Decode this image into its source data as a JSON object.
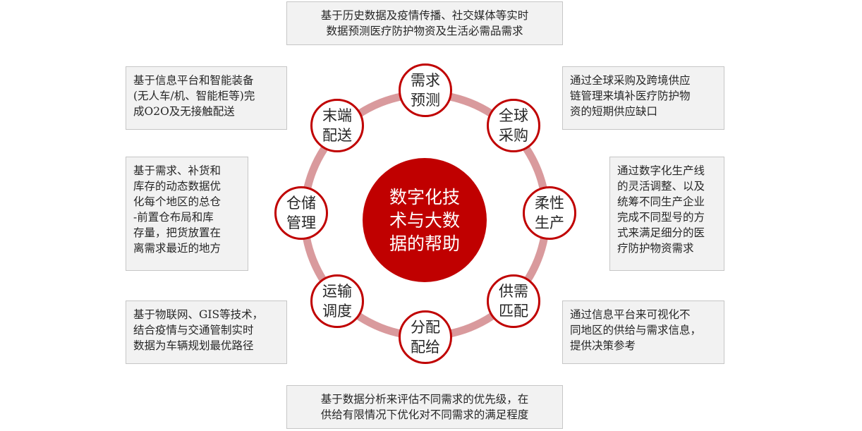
{
  "center": {
    "label": "数字化技\n术与大数\n据的帮助"
  },
  "nodes": [
    {
      "id": "demand-forecast",
      "label": "需求\n预测"
    },
    {
      "id": "global-procurement",
      "label": "全球\n采购"
    },
    {
      "id": "flexible-production",
      "label": "柔性\n生产"
    },
    {
      "id": "supply-demand-matching",
      "label": "供需\n匹配"
    },
    {
      "id": "allocation",
      "label": "分配\n配给"
    },
    {
      "id": "transport-dispatch",
      "label": "运输\n调度"
    },
    {
      "id": "warehouse-management",
      "label": "仓储\n管理"
    },
    {
      "id": "last-mile-delivery",
      "label": "末端\n配送"
    }
  ],
  "descriptions": {
    "demand_forecast": "基于历史数据及疫情传播、社交媒体等实时\n数据预测医疗防护物资及生活必需品需求",
    "global_procurement": "通过全球采购及跨境供应\n链管理来填补医疗防护物\n资的短期供应缺口",
    "flexible_production": "通过数字化生产线\n的灵活调整、以及\n统筹不同生产企业\n完成不同型号的方\n式来满足细分的医\n疗防护物资需求",
    "supply_demand_matching": "通过信息平台来可视化不\n同地区的供给与需求信息，\n提供决策参考",
    "allocation": "基于数据分析来评估不同需求的优先级，在\n供给有限情况下优化对不同需求的满足程度",
    "transport_dispatch": "基于物联网、GIS等技术，\n结合疫情与交通管制实时\n数据为车辆规划最优路径",
    "warehouse_management": "基于需求、补货和\n库存的动态数据优\n化每个地区的总仓\n-前置仓布局和库\n存量，把货放置在\n离需求最近的地方",
    "last_mile_delivery": "基于信息平台和智能装备\n(无人车/机、智能柜等)完\n成O2O及无接触配送"
  },
  "colors": {
    "accent": "#c00000",
    "ring": "#d99a9d",
    "box_fill": "#f2f2f2",
    "box_border": "#c6c6c6"
  }
}
